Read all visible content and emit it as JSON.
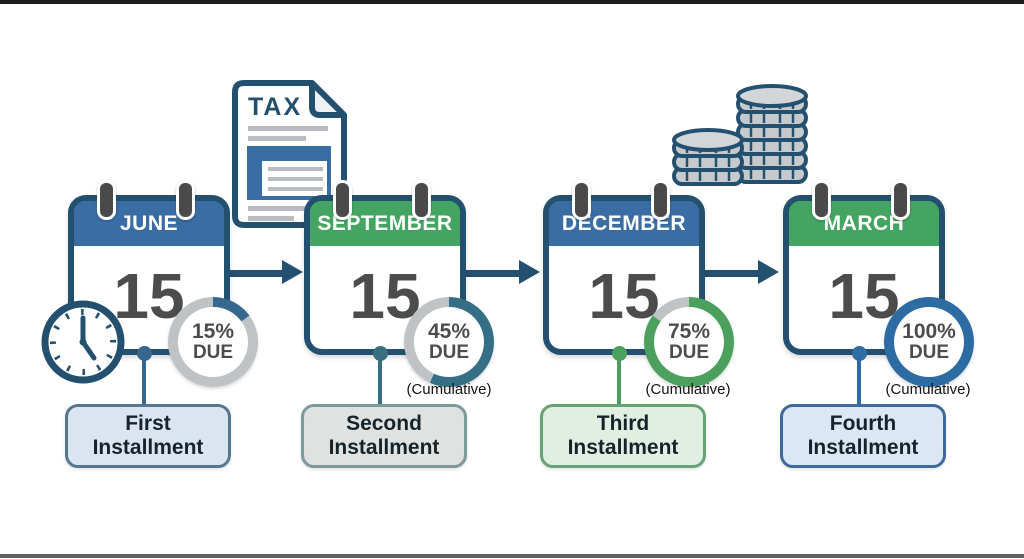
{
  "tax_document": {
    "label": "TAX"
  },
  "ring_track_color": "#bfc3c6",
  "arrow_color": "#24506f",
  "calendar_border_color": "#24506f",
  "installments": [
    {
      "month": "JUNE",
      "day": "15",
      "percent": "15%",
      "due_label": "DUE",
      "cumulative_note": "",
      "label": "First Installment",
      "header_color": "#3a6da3",
      "ring_color": "#35688f",
      "ring_fill_pct": 15,
      "box_fill": "#dbe5ef",
      "box_border": "#54788f",
      "stem_color": "#35678f"
    },
    {
      "month": "SEPTEMBER",
      "day": "15",
      "percent": "45%",
      "due_label": "DUE",
      "cumulative_note": "(Cumulative)",
      "label": "Second Installment",
      "header_color": "#44a562",
      "ring_color": "#356f85",
      "ring_fill_pct": 57,
      "box_fill": "#dee3e2",
      "box_border": "#7e989b",
      "stem_color": "#38707f"
    },
    {
      "month": "DECEMBER",
      "day": "15",
      "percent": "75%",
      "due_label": "DUE",
      "cumulative_note": "(Cumulative)",
      "label": "Third Installment",
      "header_color": "#3a6da3",
      "ring_color": "#4ba05e",
      "ring_fill_pct": 85,
      "box_fill": "#e0efe2",
      "box_border": "#67a377",
      "stem_color": "#4ba05e"
    },
    {
      "month": "MARCH",
      "day": "15",
      "percent": "100%",
      "due_label": "DUE",
      "cumulative_note": "(Cumulative)",
      "label": "Fourth Installment",
      "header_color": "#44a562",
      "ring_color": "#2d6ca3",
      "ring_fill_pct": 100,
      "box_fill": "#dbe7f4",
      "box_border": "#3f6b9c",
      "stem_color": "#2e6da4"
    }
  ]
}
